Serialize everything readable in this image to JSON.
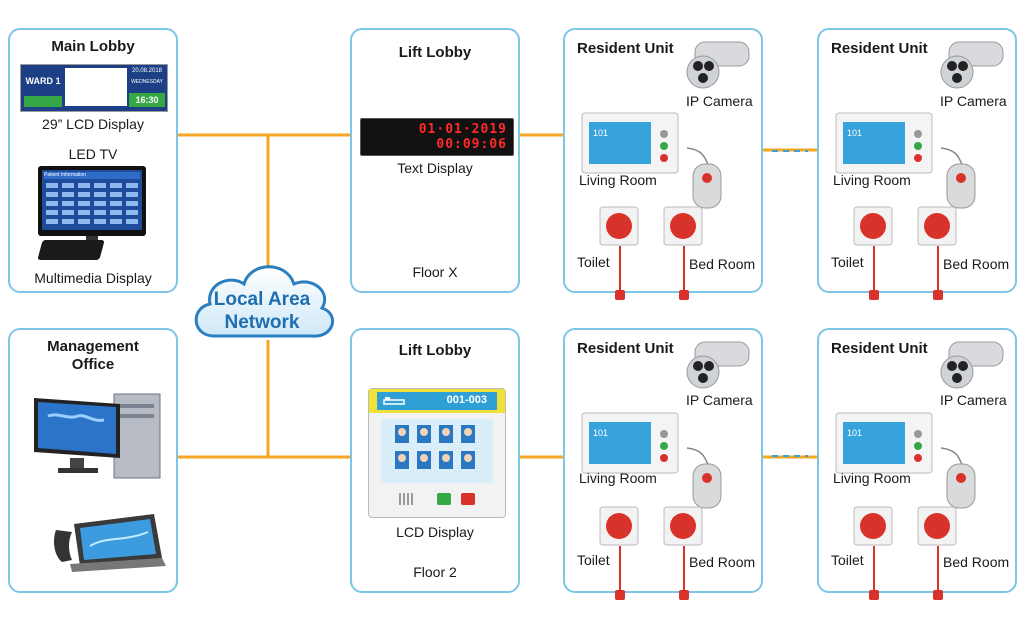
{
  "network": {
    "line1": "Local Area",
    "line2": "Network"
  },
  "main_lobby": {
    "title": "Main Lobby",
    "lcd_label": "29” LCD Display",
    "tv_label": "LED TV",
    "multimedia_label": "Multimedia Display",
    "screen": {
      "ward": "WARD 1",
      "date": "20.08.2018",
      "day": "WEDNESDAY",
      "time": "16:30",
      "banner": "Patient Information"
    }
  },
  "management": {
    "title_line1": "Management",
    "title_line2": "Office"
  },
  "lift_lobby_top": {
    "title": "Lift Lobby",
    "display_line1": "01·01·2019",
    "display_line2": "00:09:06",
    "device_label": "Text Display",
    "floor": "Floor X"
  },
  "lift_lobby_bottom": {
    "title": "Lift Lobby",
    "room_number": "001-003",
    "device_label": "LCD Display",
    "floor": "Floor 2"
  },
  "resident_unit": {
    "title": "Resident Unit",
    "camera_label": "IP Camera",
    "living_label": "Living Room",
    "toilet_label": "Toilet",
    "bed_label": "Bed Room",
    "unit_number": "101"
  },
  "colors": {
    "box_border": "#7cc6e6",
    "link": "#f5a623",
    "dashed": "#3aa0d8",
    "cloud": "#1f6fb0"
  }
}
